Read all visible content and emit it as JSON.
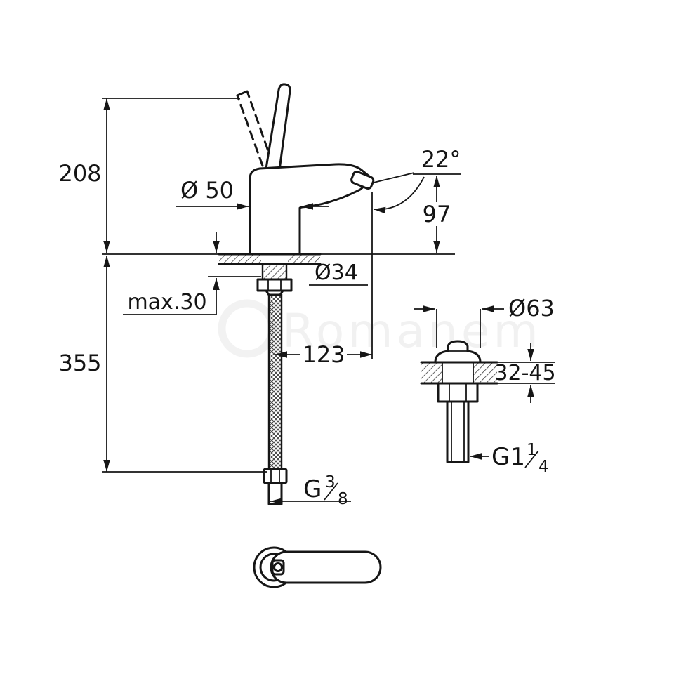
{
  "watermark": "Romanem",
  "drawing": {
    "faucet": {
      "height_above_deck": "208",
      "hose_length": "355",
      "body_diameter": "Ø 50",
      "spout_angle": "22°",
      "spout_outlet_height": "97",
      "shank_diameter": "Ø34",
      "max_deck_thickness": "max.30",
      "spout_reach": "123",
      "hose_thread": {
        "prefix": "G",
        "numerator": "3",
        "denominator": "8"
      }
    },
    "drain": {
      "flange_diameter": "Ø63",
      "deck_thickness_range": "32-45",
      "thread": {
        "prefix": "G1",
        "numerator": "1",
        "denominator": "4"
      }
    }
  }
}
